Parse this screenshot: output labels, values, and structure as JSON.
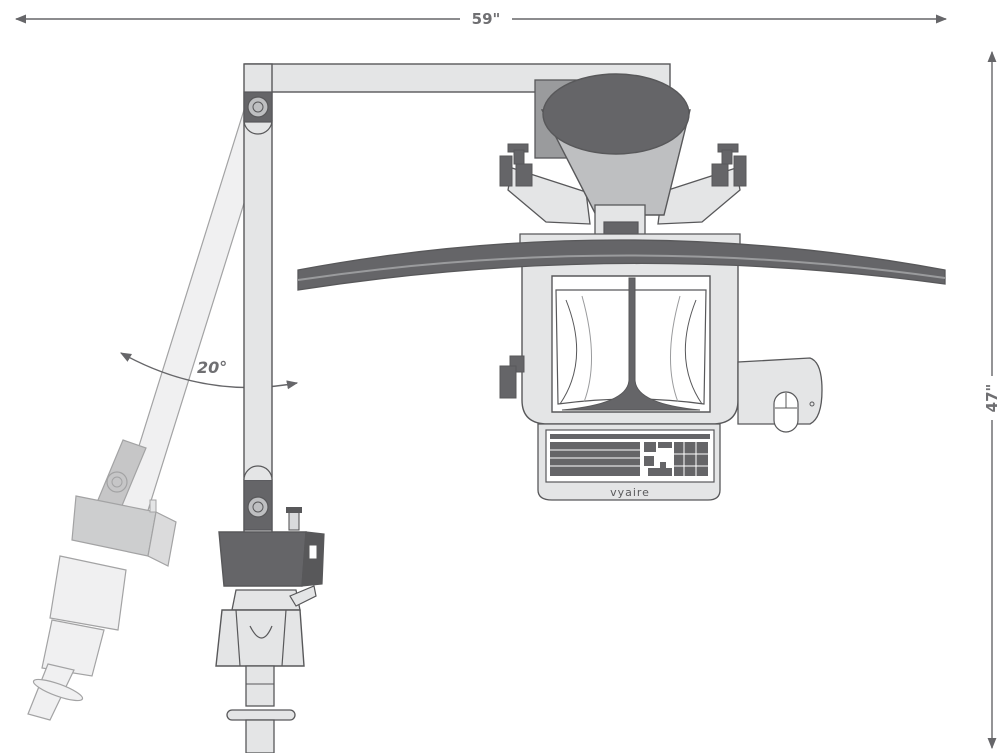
{
  "dimensions": {
    "width_label": "59\"",
    "height_label": "47\"",
    "angle_label": "20°"
  },
  "brand": {
    "logo_text": "vyaire"
  },
  "colors": {
    "arm_fill": "#e4e5e6",
    "outline": "#58585a",
    "dark_body": "#656568",
    "medium_body": "#bebfc1",
    "dimension_line": "#666669"
  },
  "components": {
    "arm": "pole-mount-arm",
    "display": "curved-monitor",
    "accessory": "keyboard-tray",
    "input": "mouse"
  }
}
